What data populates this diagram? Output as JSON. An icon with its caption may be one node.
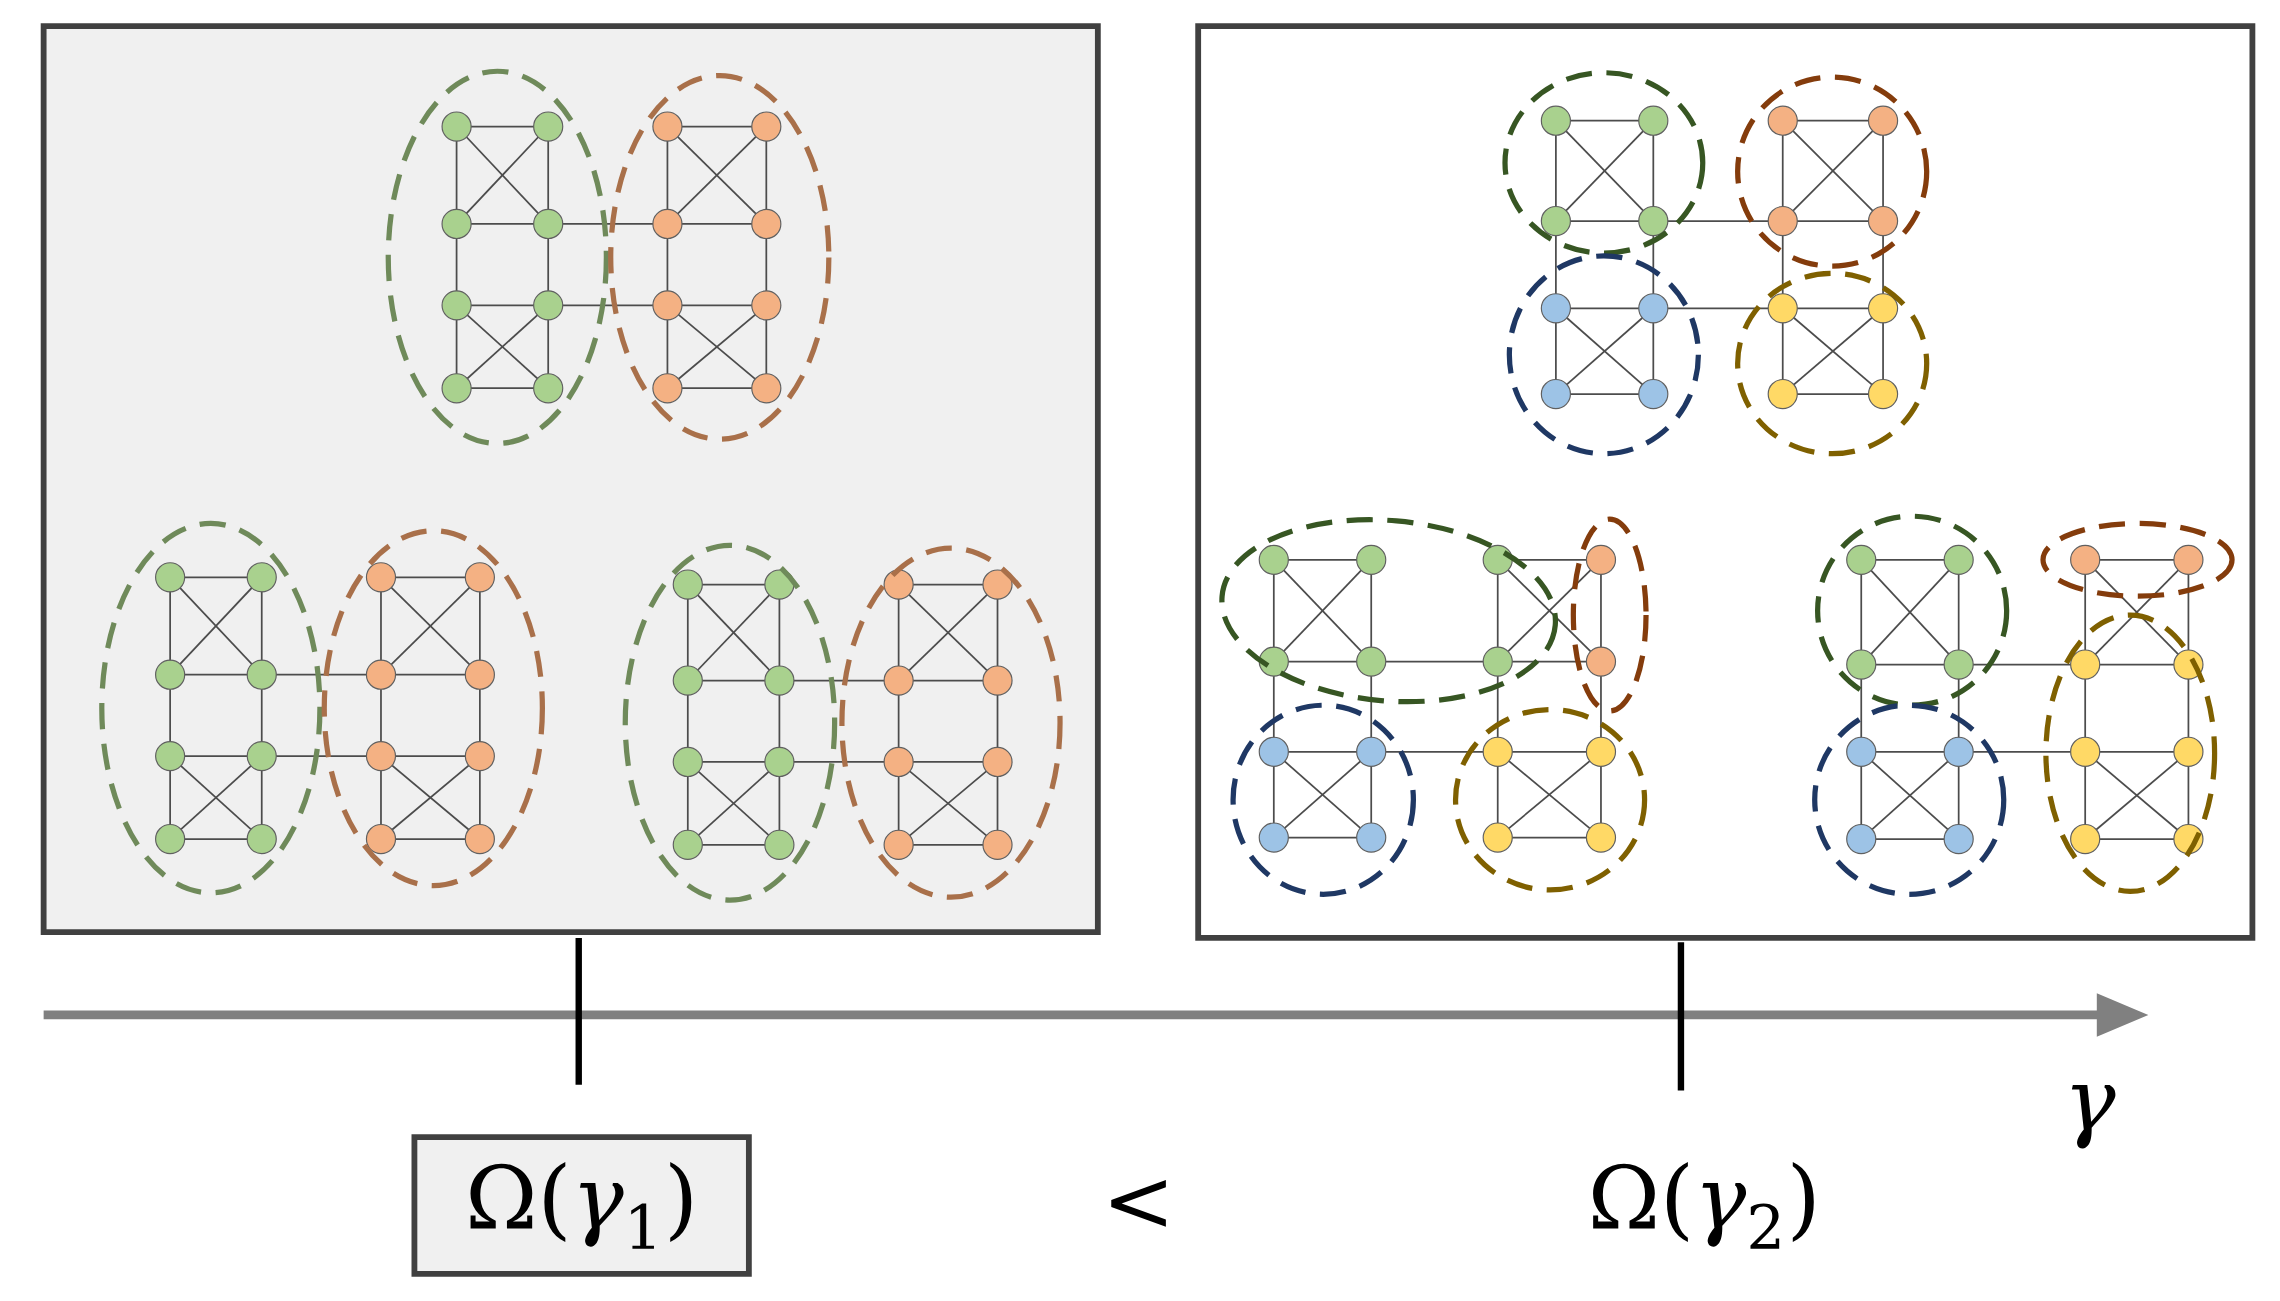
{
  "diagram": {
    "nodes": [
      {
        "text": [
          "Ω(*γ*$_{1}$)"
        ]
      }
    ],
    "edges": [],
    "labels": [
      "γ",
      "<",
      "Ω(*γ*$_{2}$)"
    ]
  }
}
